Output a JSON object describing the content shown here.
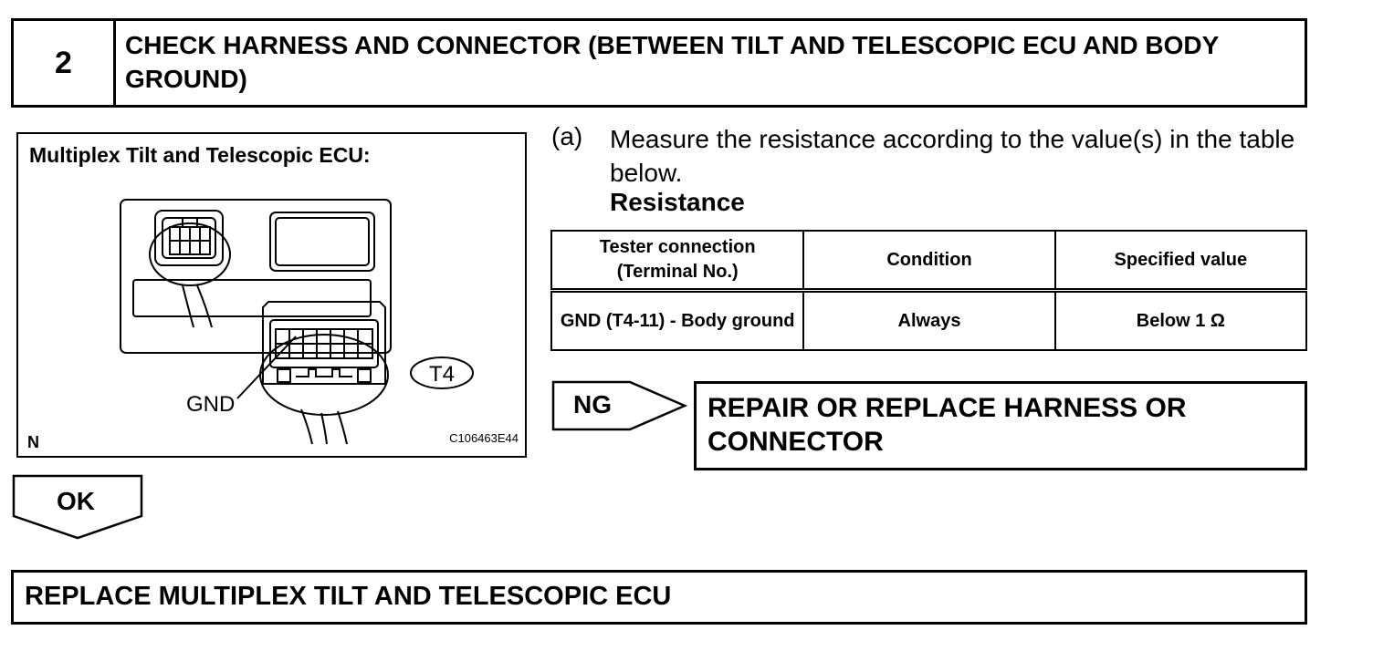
{
  "step": {
    "number": "2",
    "title": "CHECK HARNESS AND CONNECTOR (BETWEEN TILT AND TELESCOPIC ECU AND BODY GROUND)"
  },
  "figure": {
    "title": "Multiplex Tilt and Telescopic ECU:",
    "connector_label": "T4",
    "terminal_label": "GND",
    "corner_mark": "N",
    "figure_code": "C106463E44"
  },
  "instruction": {
    "label": "(a)",
    "text": "Measure the resistance according to the value(s) in the table below.",
    "subheading": "Resistance"
  },
  "table": {
    "headers": [
      "Tester connection (Terminal No.)",
      "Condition",
      "Specified value"
    ],
    "rows": [
      [
        "GND (T4-11) - Body ground",
        "Always",
        "Below 1 Ω"
      ]
    ]
  },
  "ng": {
    "label": "NG",
    "action": "REPAIR OR REPLACE HARNESS OR CONNECTOR"
  },
  "ok": {
    "label": "OK"
  },
  "final": {
    "action": "REPLACE MULTIPLEX TILT AND TELESCOPIC ECU"
  }
}
